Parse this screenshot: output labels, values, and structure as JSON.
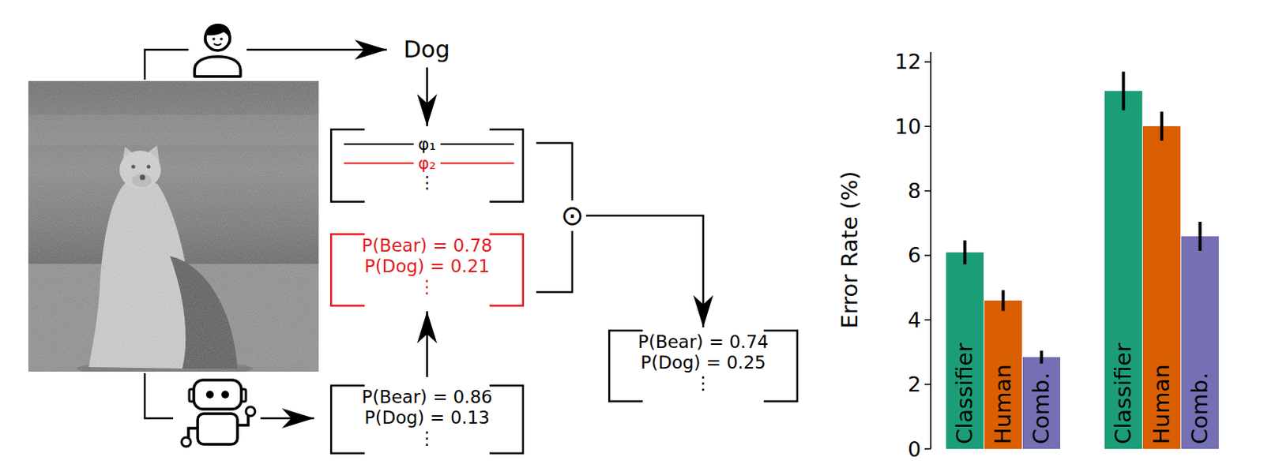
{
  "diagram": {
    "nodes": [
      {
        "text": [
          "Dog"
        ]
      },
      {
        "text": [
          "φ₁",
          "φ₂",
          "⋮"
        ]
      },
      {
        "text": [
          "P(Bear) = 0.78",
          "P(Dog) = 0.21",
          "⋮"
        ]
      },
      {
        "text": [
          "P(Bear) = 0.86",
          "P(Dog) = 0.13",
          "⋮"
        ]
      },
      {
        "text": [
          "⊙"
        ]
      },
      {
        "text": [
          "P(Bear) = 0.74",
          "P(Dog) = 0.25",
          "⋮"
        ]
      },
      {
        "text": [
          "Classifier"
        ]
      },
      {
        "text": [
          "Human"
        ]
      },
      {
        "text": [
          "Comb."
        ]
      },
      {
        "text": [
          "Classifier"
        ]
      },
      {
        "text": [
          "Human"
        ]
      },
      {
        "text": [
          "Comb."
        ]
      }
    ],
    "edges": [
      {
        "from": 0,
        "to": 1,
        "arrow": "to"
      },
      {
        "from": 3,
        "to": 2,
        "arrow": "to"
      },
      {
        "from": 1,
        "to": 4,
        "arrow": "none"
      },
      {
        "from": 2,
        "to": 4,
        "arrow": "none"
      },
      {
        "from": 4,
        "to": 5,
        "arrow": "to"
      }
    ],
    "labels": [
      "0",
      "2",
      "4",
      "6",
      "8",
      "10",
      "12",
      "Error Rate (%)"
    ]
  }
}
